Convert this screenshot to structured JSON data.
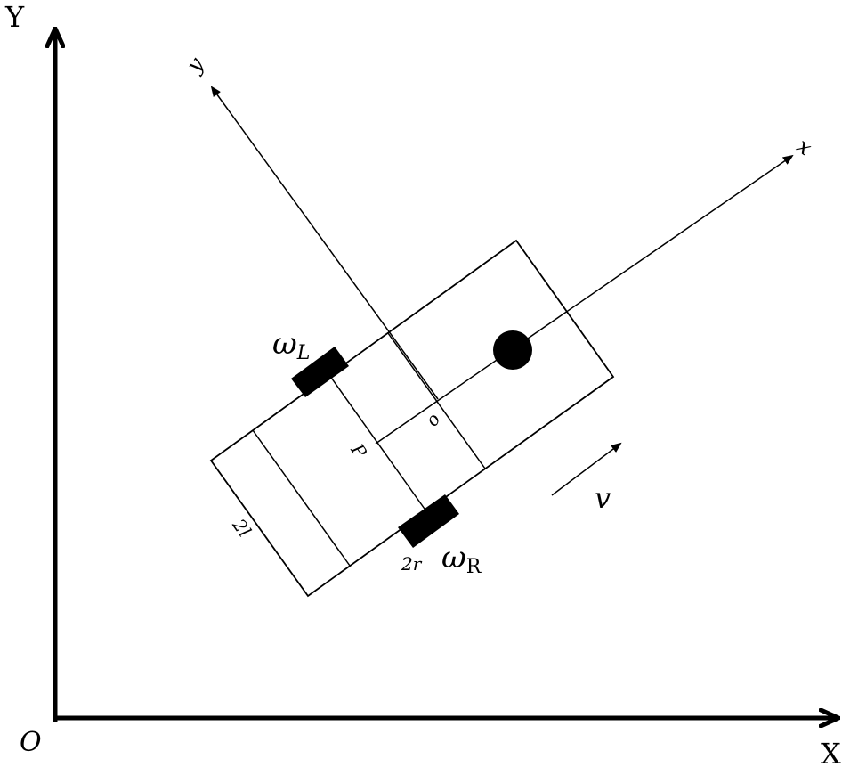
{
  "global_axes": {
    "origin_label": "O",
    "x_label": "X",
    "y_label": "Y"
  },
  "local_axes": {
    "x_label": "x",
    "y_label": "y",
    "origin_label": "o"
  },
  "labels": {
    "omega_left": "ω",
    "omega_left_sub": "L",
    "omega_right": "ω",
    "omega_right_sub": "R",
    "velocity": "v",
    "wheel_diameter": "2r",
    "axle_length": "2l",
    "point_p": "P"
  },
  "colors": {
    "line": "#000000",
    "background": "#ffffff"
  }
}
